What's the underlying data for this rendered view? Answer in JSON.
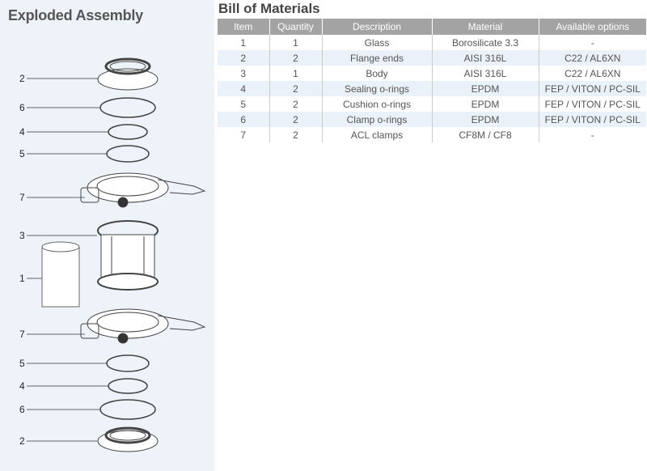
{
  "assembly": {
    "title": "Exploded Assembly",
    "labels": [
      "2",
      "6",
      "4",
      "5",
      "7",
      "3",
      "1",
      "7",
      "5",
      "4",
      "6",
      "2"
    ]
  },
  "bom": {
    "title": "Bill of Materials",
    "headers": [
      "Item",
      "Quantity",
      "Description",
      "Material",
      "Available options"
    ],
    "rows": [
      [
        "1",
        "1",
        "Glass",
        "Borosilicate 3.3",
        "-"
      ],
      [
        "2",
        "2",
        "Flange ends",
        "AISI 316L",
        "C22 / AL6XN"
      ],
      [
        "3",
        "1",
        "Body",
        "AISI 316L",
        "C22 / AL6XN"
      ],
      [
        "4",
        "2",
        "Sealing o-rings",
        "EPDM",
        "FEP / VITON / PC-SIL"
      ],
      [
        "5",
        "2",
        "Cushion o-rings",
        "EPDM",
        "FEP / VITON / PC-SIL"
      ],
      [
        "6",
        "2",
        "Clamp o-rings",
        "EPDM",
        "FEP / VITON / PC-SIL"
      ],
      [
        "7",
        "2",
        "ACL clamps",
        "CF8M / CF8",
        "-"
      ]
    ]
  }
}
